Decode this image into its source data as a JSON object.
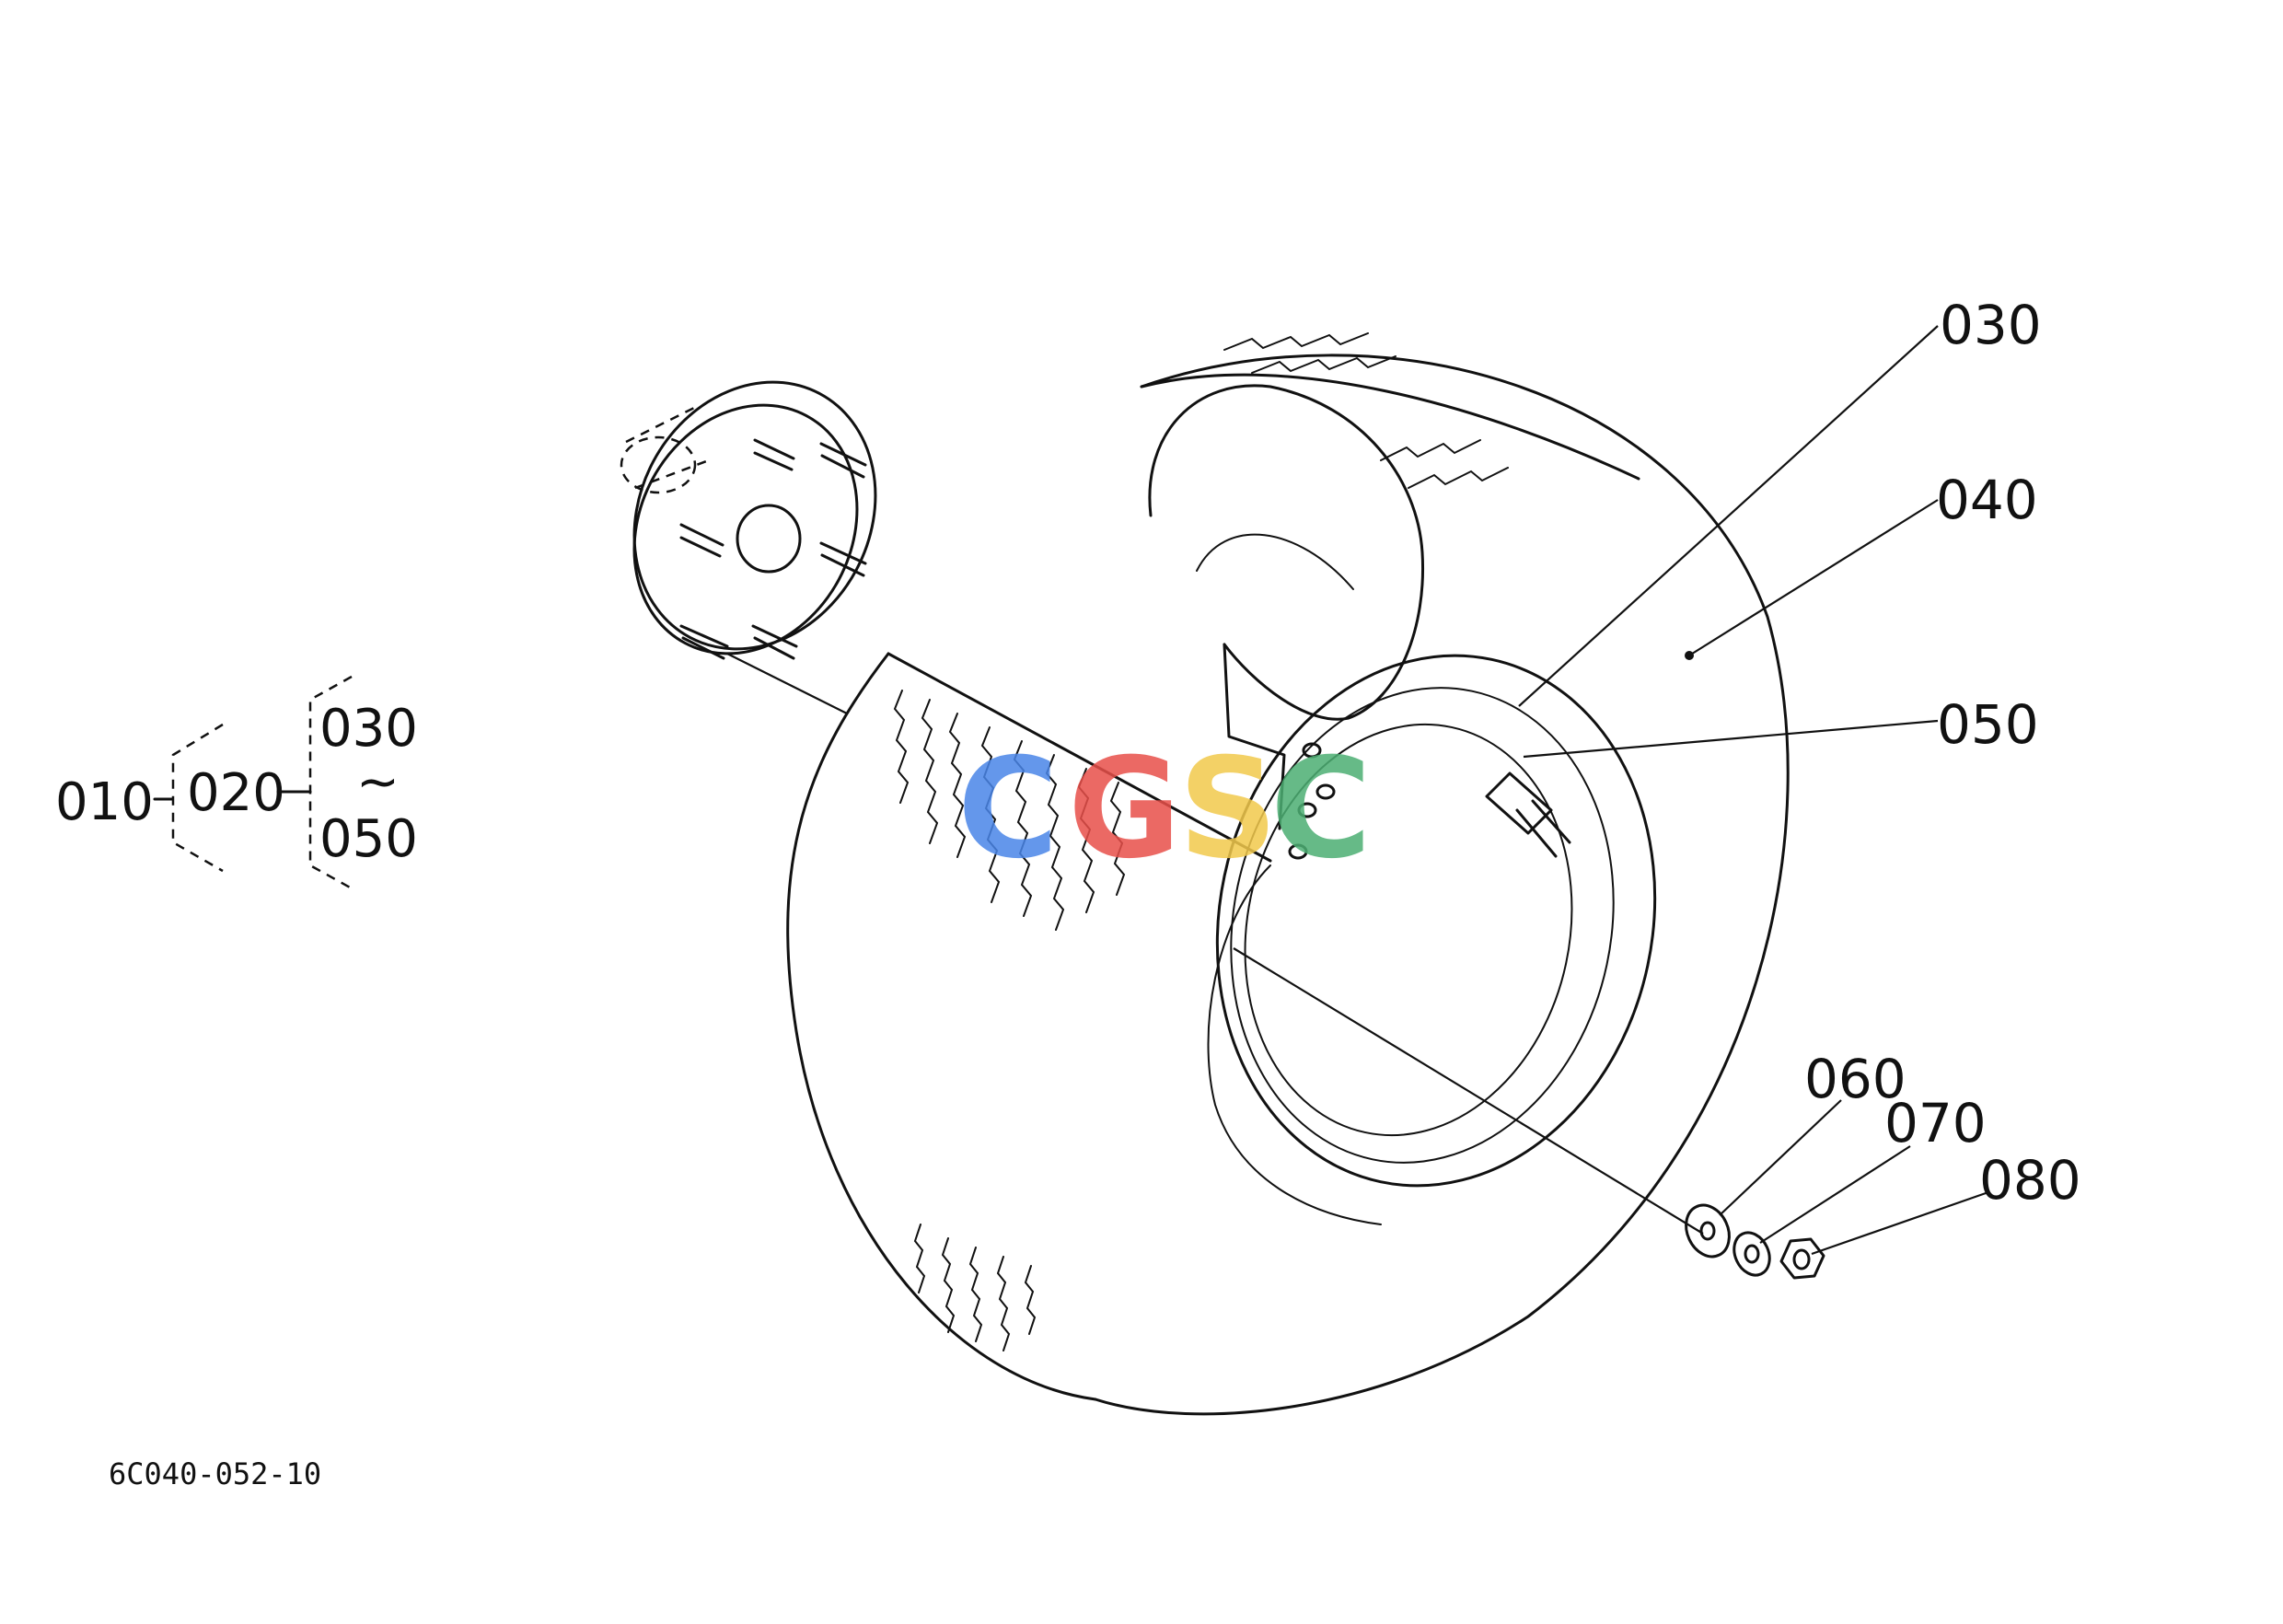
{
  "diagram": {
    "code": "6C040-052-10",
    "watermark": {
      "letters": [
        "C",
        "G",
        "S",
        "C"
      ],
      "colors": [
        "#4a86e8",
        "#e8504a",
        "#f2c94c",
        "#4caf73"
      ]
    },
    "callouts": {
      "p030": "030",
      "p040": "040",
      "p050": "050",
      "p060": "060",
      "p070": "070",
      "p080": "080"
    },
    "tree": {
      "root": "010",
      "child": "020",
      "range_start": "030",
      "range_sep": "~",
      "range_end": "050"
    }
  }
}
